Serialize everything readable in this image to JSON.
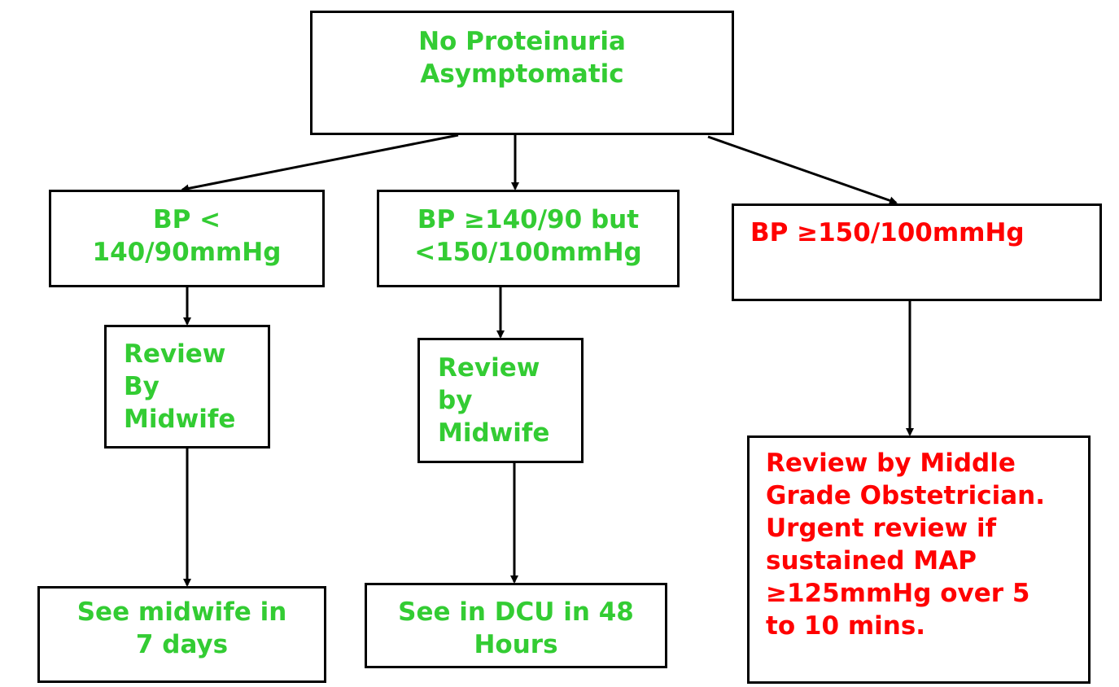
{
  "colors": {
    "green": "#33cc33",
    "red": "#ff0000",
    "border": "#000000"
  },
  "top": {
    "line1": "No Proteinuria",
    "line2": "Asymptomatic"
  },
  "left": {
    "condition": {
      "line1": "BP <",
      "line2": "140/90mmHg"
    },
    "review": {
      "line1": "Review",
      "line2": "By",
      "line3": "Midwife"
    },
    "outcome": {
      "line1": "See midwife in",
      "line2": "7 days"
    }
  },
  "middle": {
    "condition": {
      "line1": "BP ≥140/90 but",
      "line2": "<150/100mmHg"
    },
    "review": {
      "line1": "Review",
      "line2": "by",
      "line3": "Midwife"
    },
    "outcome": {
      "line1": "See in DCU in 48",
      "line2": "Hours"
    }
  },
  "right": {
    "condition": {
      "line1": "BP ≥150/100mmHg"
    },
    "review": {
      "line1": "Review by Middle",
      "line2": "Grade Obstetrician.",
      "line3": "Urgent review if",
      "line4": "sustained MAP",
      "line5": "≥125mmHg over 5",
      "line6": "to 10 mins."
    }
  }
}
